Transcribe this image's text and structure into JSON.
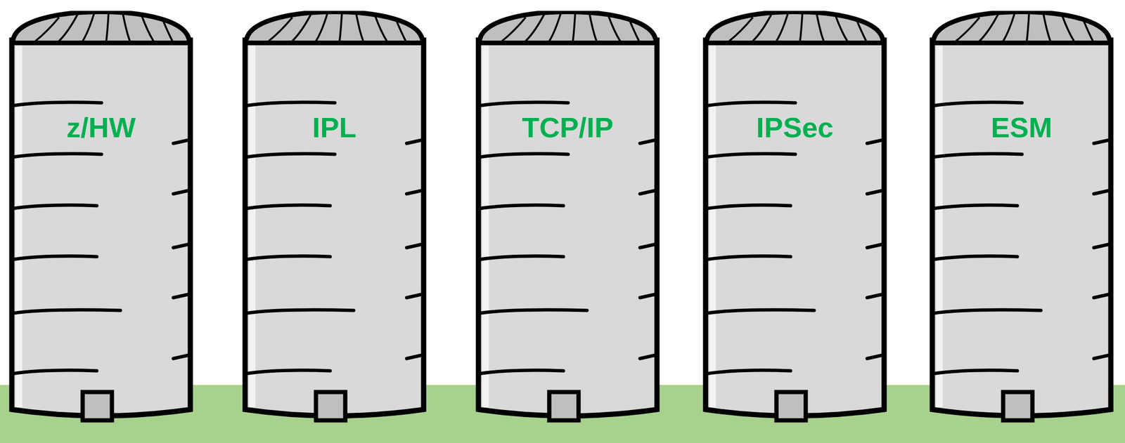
{
  "diagram": {
    "nodes": [
      {
        "text": [
          "z/HW"
        ]
      },
      {
        "text": [
          "IPL"
        ]
      },
      {
        "text": [
          "TCP/IP"
        ]
      },
      {
        "text": [
          "IPSec"
        ]
      },
      {
        "text": [
          "ESM"
        ]
      }
    ]
  }
}
